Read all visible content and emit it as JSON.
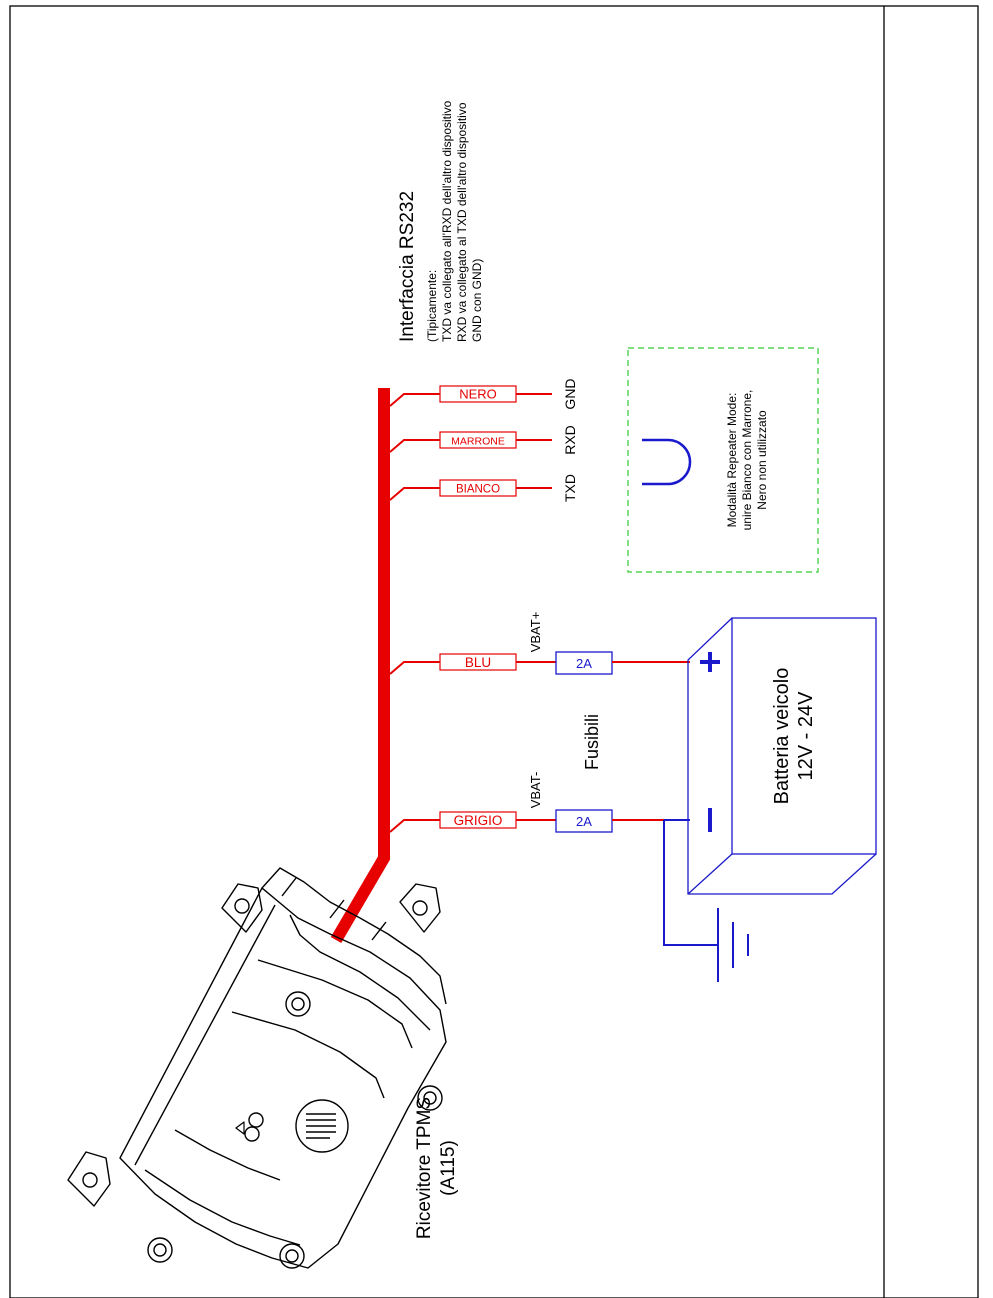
{
  "rs232": {
    "title": "Interfaccia RS232",
    "notes": [
      "(Tipicamente:",
      "TXD  va collegato all'RXD dell'altro dispositivo",
      "RXD va collegato al TXD dell'altro dispositivo",
      "GND con GND)"
    ]
  },
  "wires": [
    {
      "color": "NERO",
      "signal": "GND"
    },
    {
      "color": "MARRONE",
      "signal": "RXD"
    },
    {
      "color": "BIANCO",
      "signal": "TXD"
    },
    {
      "color": "BLU",
      "signal": "VBAT+"
    },
    {
      "color": "GRIGIO",
      "signal": "VBAT-"
    }
  ],
  "fuses": {
    "label": "Fusibili",
    "ratings": [
      "2A",
      "2A"
    ]
  },
  "repeater": {
    "lines": [
      "Modalità Repeater Mode:",
      "unire Bianco con Marrone,",
      "Nero non utilizzato"
    ]
  },
  "battery": {
    "lines": [
      "Batteria veicolo",
      "12V - 24V"
    ],
    "plus": "+",
    "minus": "-"
  },
  "receiver": {
    "lines": [
      "Ricevitore TPMS",
      "(A115)"
    ]
  },
  "colors": {
    "wire": "#e60000",
    "battery": "#1a1acc",
    "repeater_border": "#33cc33",
    "frame": "#000000"
  }
}
